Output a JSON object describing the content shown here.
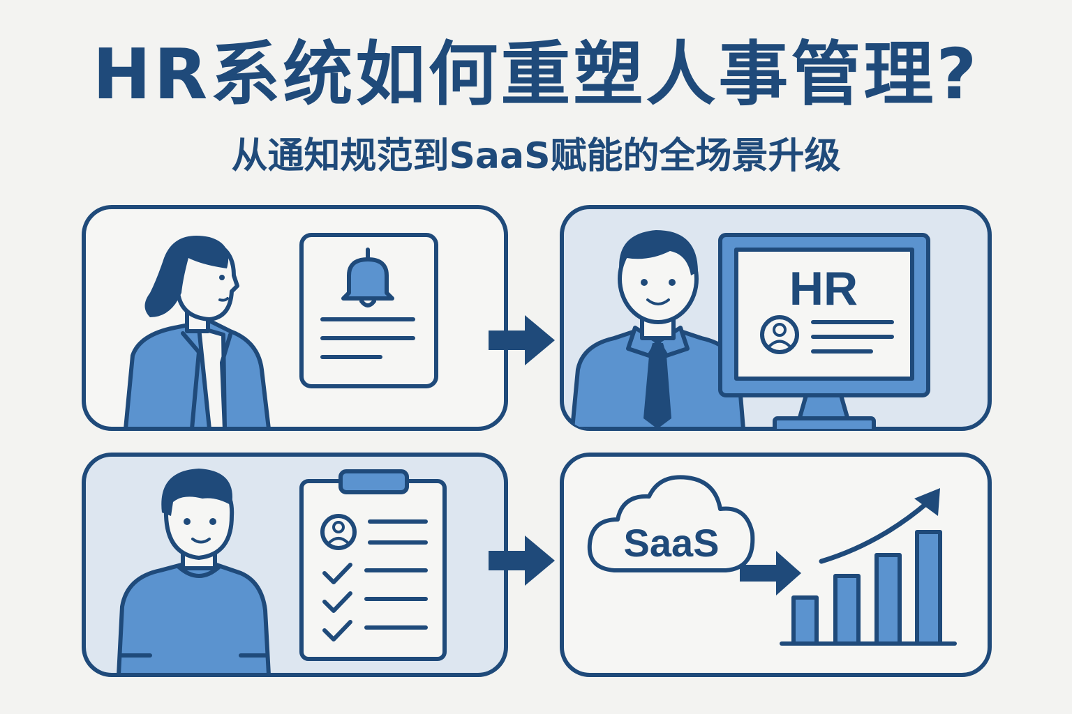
{
  "header": {
    "title": "HR系统如何重塑人事管理?",
    "subtitle": "从通知规范到SaaS赋能的全场景升级"
  },
  "panels": {
    "notification": {
      "icon": "bell-icon"
    },
    "hr_system": {
      "screen_label": "HR"
    },
    "checklist": {
      "icon": "clipboard-checklist-icon"
    },
    "saas": {
      "cloud_label": "SaaS"
    }
  },
  "colors": {
    "navy": "#1f4a7a",
    "blue": "#5b93cf",
    "panel_light": "#dde6f0",
    "background": "#f3f3f1"
  }
}
